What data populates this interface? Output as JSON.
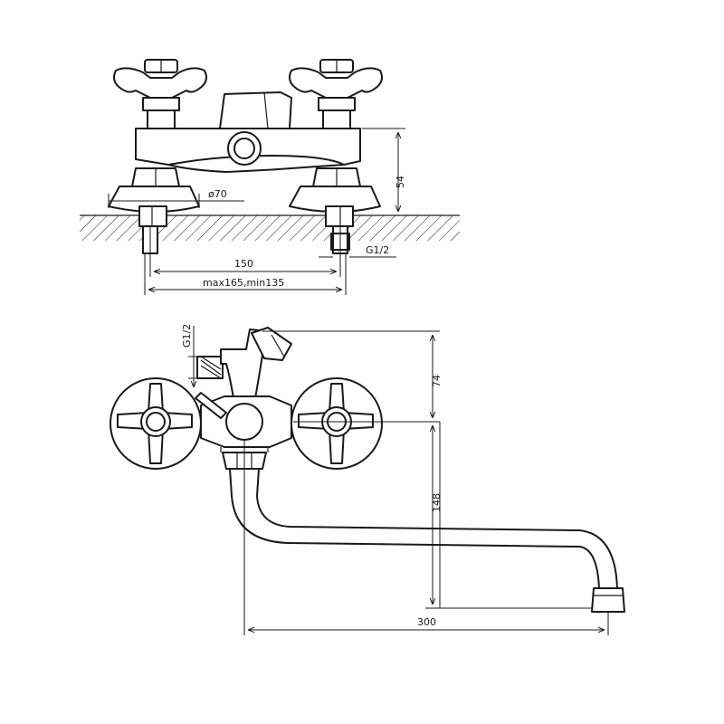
{
  "colors": {
    "ink": "#1a1a1a",
    "background": "#ffffff"
  },
  "front_view": {
    "dims": {
      "flange_diameter": "ø70",
      "height": "54",
      "thread": "G1/2",
      "center_distance": "150",
      "adjust_range": "max165,min135"
    }
  },
  "top_view": {
    "dims": {
      "thread": "G1/2",
      "outlet_offset": "74",
      "spout_drop": "148",
      "spout_reach": "300"
    }
  }
}
